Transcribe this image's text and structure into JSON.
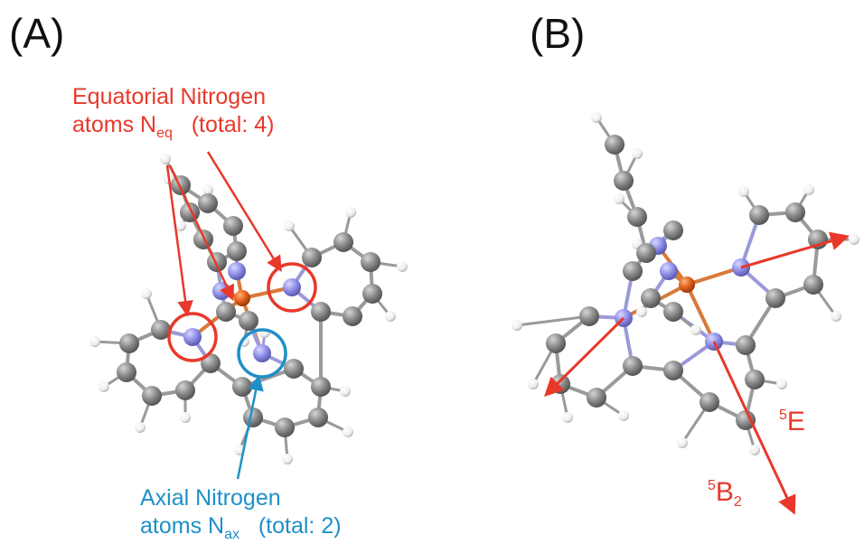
{
  "panels": {
    "a": {
      "label": "(A)"
    },
    "b": {
      "label": "(B)"
    }
  },
  "annotations": {
    "equatorial": {
      "line1": "Equatorial Nitrogen",
      "line2_prefix": "atoms N",
      "line2_sub": "eq",
      "line2_suffix": "(total: 4)"
    },
    "axial": {
      "line1": "Axial Nitrogen",
      "line2_prefix": "atoms N",
      "line2_sub": "ax",
      "line2_suffix": "(total: 2)"
    },
    "mode_e": {
      "sup": "5",
      "base": "E"
    },
    "mode_b2": {
      "sup": "5",
      "base": "B",
      "sub": "2"
    }
  },
  "colors": {
    "annotation_red": "#e8382a",
    "annotation_blue": "#1e90c8",
    "carbon": "#8a8a8a",
    "nitrogen": "#8f8fe8",
    "iron": "#e0601a",
    "hydrogen": "#f2f2f2"
  }
}
